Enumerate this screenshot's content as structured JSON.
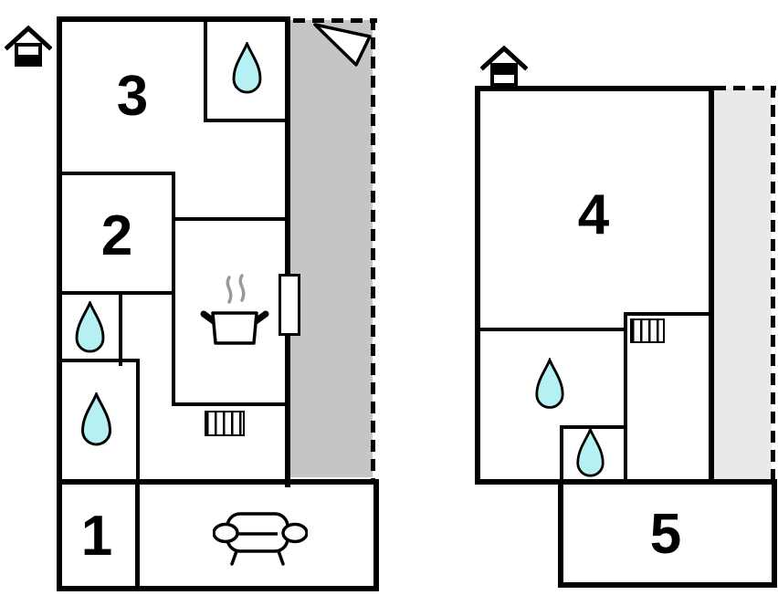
{
  "plan": {
    "type": "holiday-home-floor-plan",
    "left_floor": {
      "level_indicator": "house-ground-floor",
      "room1_label": "1",
      "room2_label": "2",
      "room3_label": "3",
      "bathroom_drops": 3,
      "features": [
        "stove-pot",
        "radiator",
        "sofa",
        "door",
        "terrace"
      ]
    },
    "right_floor": {
      "level_indicator": "house-upper-floor",
      "room4_label": "4",
      "room5_label": "5",
      "bathroom_drops": 2,
      "features": [
        "radiator",
        "terrace"
      ]
    },
    "colors": {
      "wall": "#000000",
      "left_terrace_gray": "#c5c5c5",
      "right_terrace_gray": "#e9e9e9",
      "water_drop_fill": "#b5f1f3",
      "steam_gray": "#999999"
    },
    "icons": [
      "house-level-icon",
      "north-arrow-icon",
      "water-drop-icon",
      "stove-pot-icon",
      "radiator-icon",
      "sofa-icon",
      "door-icon"
    ]
  }
}
